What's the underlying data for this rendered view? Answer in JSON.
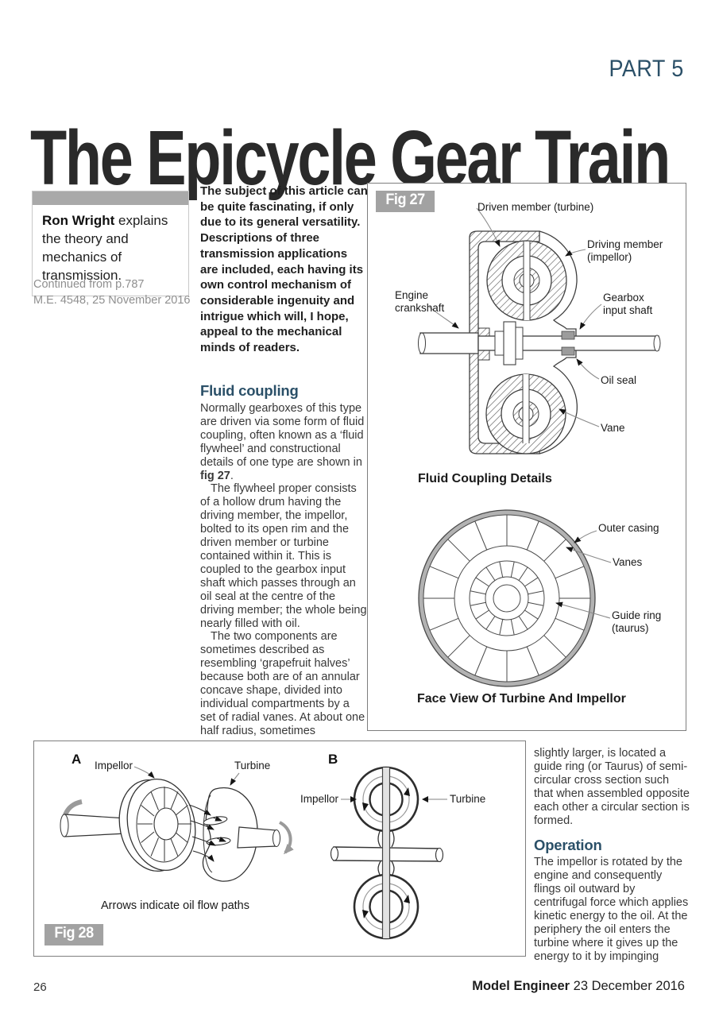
{
  "page": {
    "part_label": "PART 5",
    "title": "The Epicycle Gear Train",
    "footer_page_number": "26",
    "footer_magazine": "Model Engineer",
    "footer_date": " 23 December 2016"
  },
  "author_box": {
    "author": "Ron Wright",
    "rest": " explains the theory and mechanics of transmission."
  },
  "continued_from": {
    "line1": "Continued from p.787",
    "line2": "M.E. 4548, 25 November 2016"
  },
  "lede": "The subject of this article can be quite fascinating, if only due to its general versatility. Descriptions of three transmission applications are included, each having its own control mechanism of considerable ingenuity and intrigue which will, I hope, appeal to the mechanical minds of readers.",
  "fluid_coupling": {
    "heading": "Fluid coupling",
    "para1_pre": "Normally gearboxes of this type are driven via some form of fluid coupling, often known as a ‘fluid flywheel’ and constructional details of one type are shown in ",
    "para1_bold": "fig 27",
    "para1_post": ".",
    "para2": "The flywheel proper consists of a hollow drum having the driving member, the impellor, bolted to its open rim and the driven member or turbine contained within it. This is coupled to the gearbox input shaft which passes through an oil seal at the centre of the driving member; the whole being nearly filled with oil.",
    "para3": "The two components are sometimes described as resembling ‘grapefruit halves’ because both are of an annular concave shape, divided into individual compartments by a set of radial vanes. At about one half radius, sometimes",
    "para3_cont": "slightly larger, is located a guide ring (or Taurus) of semi-circular cross section such that when assembled opposite each other a circular section is formed."
  },
  "operation": {
    "heading": "Operation",
    "para1": "The impellor is rotated by the engine and consequently flings oil outward by centrifugal force which applies kinetic energy to the oil. At the periphery the oil enters the turbine where it gives up the energy to it by impinging"
  },
  "fig27": {
    "tag": "Fig 27",
    "label_driven_member": "Driven member (turbine)",
    "label_driving_member": "Driving member\n(impellor)",
    "label_engine_crankshaft": "Engine\ncrankshaft",
    "label_gearbox_input_shaft": "Gearbox\ninput shaft",
    "label_oil_seal": "Oil seal",
    "label_vane": "Vane",
    "caption_top": "Fluid Coupling Details",
    "label_outer_casing": "Outer casing",
    "label_vanes": "Vanes",
    "label_guide_ring": "Guide ring\n(taurus)",
    "caption_bottom": "Face View Of Turbine And Impellor"
  },
  "fig28": {
    "tag": "Fig 28",
    "label_a": "A",
    "label_b": "B",
    "label_impellor_a": "Impellor",
    "label_turbine_a": "Turbine",
    "label_impellor_b": "Impellor",
    "label_turbine_b": "Turbine",
    "caption": "Arrows indicate oil flow paths"
  }
}
